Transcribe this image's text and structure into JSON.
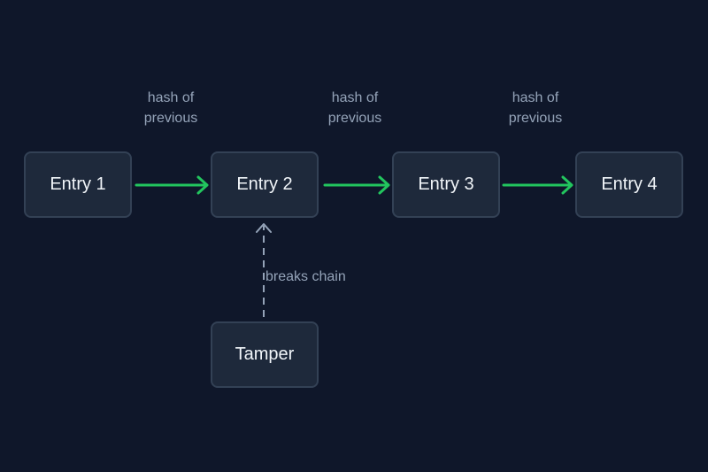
{
  "nodes": {
    "entry1": "Entry 1",
    "entry2": "Entry 2",
    "entry3": "Entry 3",
    "entry4": "Entry 4",
    "tamper": "Tamper"
  },
  "edge_labels": {
    "e1_e2": {
      "line1": "hash of",
      "line2": "previous"
    },
    "e2_e3": {
      "line1": "hash of",
      "line2": "previous"
    },
    "e3_e4": {
      "line1": "hash of",
      "line2": "previous"
    },
    "tamper_e2": "breaks chain"
  },
  "colors": {
    "background": "#0f172a",
    "node_fill": "#1e293b",
    "node_border": "#334155",
    "chain_arrow": "#22c55e",
    "tamper_arrow": "#94a3b8",
    "label_text": "#94a3b8",
    "node_text": "#f1f5f9"
  }
}
